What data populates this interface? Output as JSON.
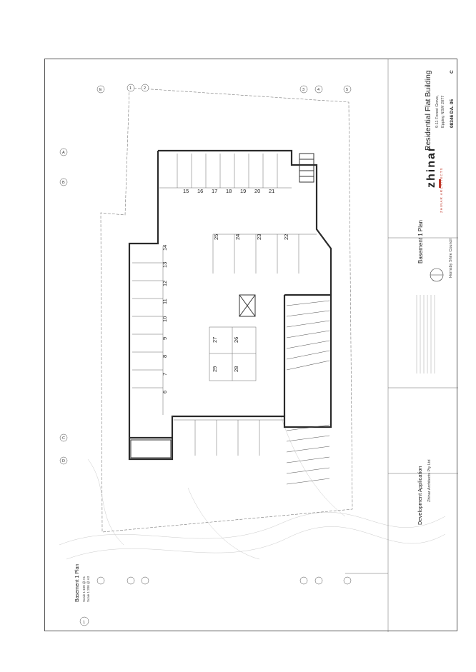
{
  "title_block": {
    "project_title": "Residential Flat Building",
    "address_line1": "9-11 Forest Grove,",
    "address_line2": "Epping NSW 2077",
    "drawing_number": "08346 DA. 05",
    "revision": "C",
    "firm": "zhinar",
    "firm_sub": "ZHINAR ARCHITECTS",
    "sheet_title": "Basement 1 Plan",
    "council": "Hornsby Shire Council",
    "dev_application": "Development Application",
    "client": "Zhinar Architects Pty Ltd"
  },
  "drawing": {
    "plan_label": "Basement 1 Plan",
    "plan_number": "1",
    "scale_a1": "Scale 1:100 @ A1",
    "scale_a3": "Scale 1:200 @ A3"
  },
  "parking": {
    "row_top": [
      "15",
      "16",
      "17",
      "18",
      "19",
      "20",
      "21"
    ],
    "row_upper_mid": [
      "25",
      "24",
      "23",
      "22"
    ],
    "row_left": [
      "14",
      "13",
      "12",
      "11",
      "10",
      "9",
      "8",
      "7",
      "6"
    ],
    "row_center": [
      "27",
      "26",
      "29",
      "28"
    ]
  },
  "grid_labels": {
    "letters": [
      "A",
      "B",
      "C",
      "D",
      "E"
    ],
    "numbers": [
      "1",
      "2",
      "3",
      "4",
      "5"
    ]
  },
  "colors": {
    "line": "#3a3a3a",
    "wall": "#2a2a2a",
    "accent_red": "#c0392b"
  }
}
